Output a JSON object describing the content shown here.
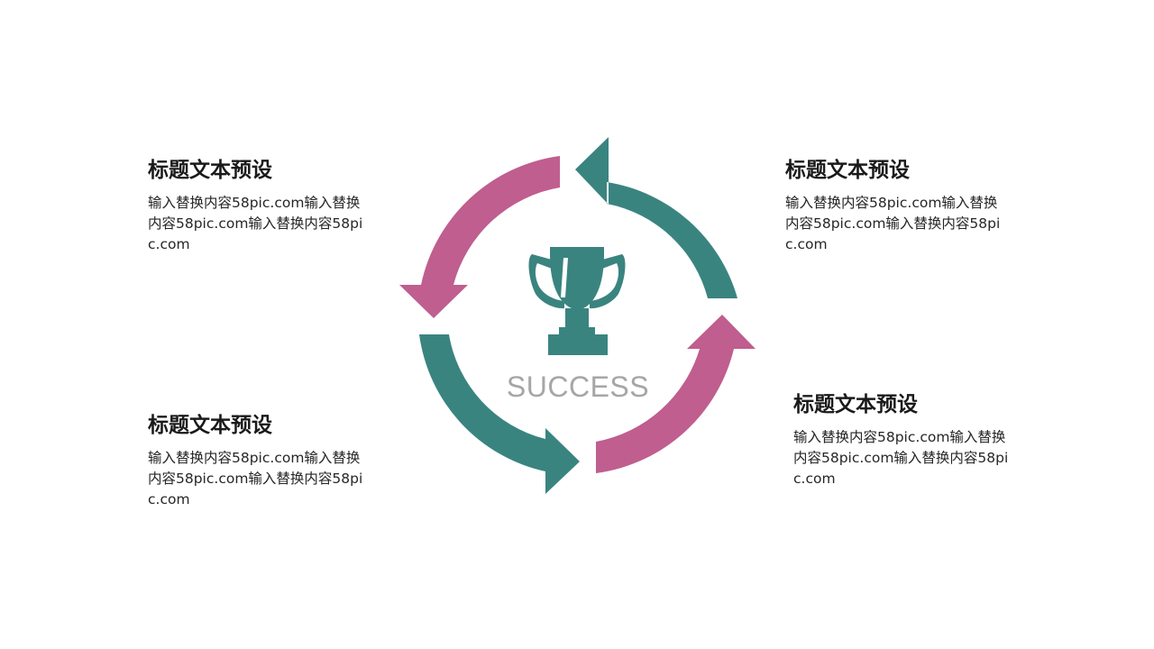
{
  "colors": {
    "teal": "#3a8480",
    "pink": "#bf5e8f",
    "center_text": "#a6a6a6"
  },
  "center": {
    "icon": "trophy-icon",
    "label": "SUCCESS"
  },
  "blocks": {
    "top_left": {
      "title": "标题文本预设",
      "body": "输入替换内容58pic.com输入替换内容58pic.com输入替换内容58pic.com"
    },
    "top_right": {
      "title": "标题文本预设",
      "body": "输入替换内容58pic.com输入替换内容58pic.com输入替换内容58pic.com"
    },
    "bottom_left": {
      "title": "标题文本预设",
      "body": "输入替换内容58pic.com输入替换内容58pic.com输入替换内容58pic.com"
    },
    "bottom_right": {
      "title": "标题文本预设",
      "body": "输入替换内容58pic.com输入替换内容58pic.com输入替换内容58pic.com"
    }
  }
}
